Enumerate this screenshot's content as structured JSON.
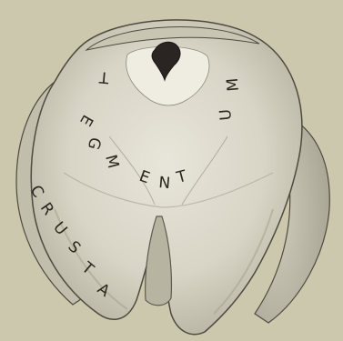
{
  "figure": {
    "labels": {
      "crusta": [
        "C",
        "R",
        "U",
        "S",
        "T",
        "A"
      ],
      "tegmentum": [
        "T",
        "E",
        "G",
        "M",
        "E",
        "N",
        "T",
        "U",
        "M"
      ]
    },
    "colors": {
      "background": "#ccc8ad",
      "tissue": "#d6d3c4",
      "tissue_light": "#e6e3d8",
      "shadow": "#8d897a",
      "outline": "#4e4a40",
      "aqueduct": "#2a2522",
      "text": "#2a2620"
    }
  }
}
